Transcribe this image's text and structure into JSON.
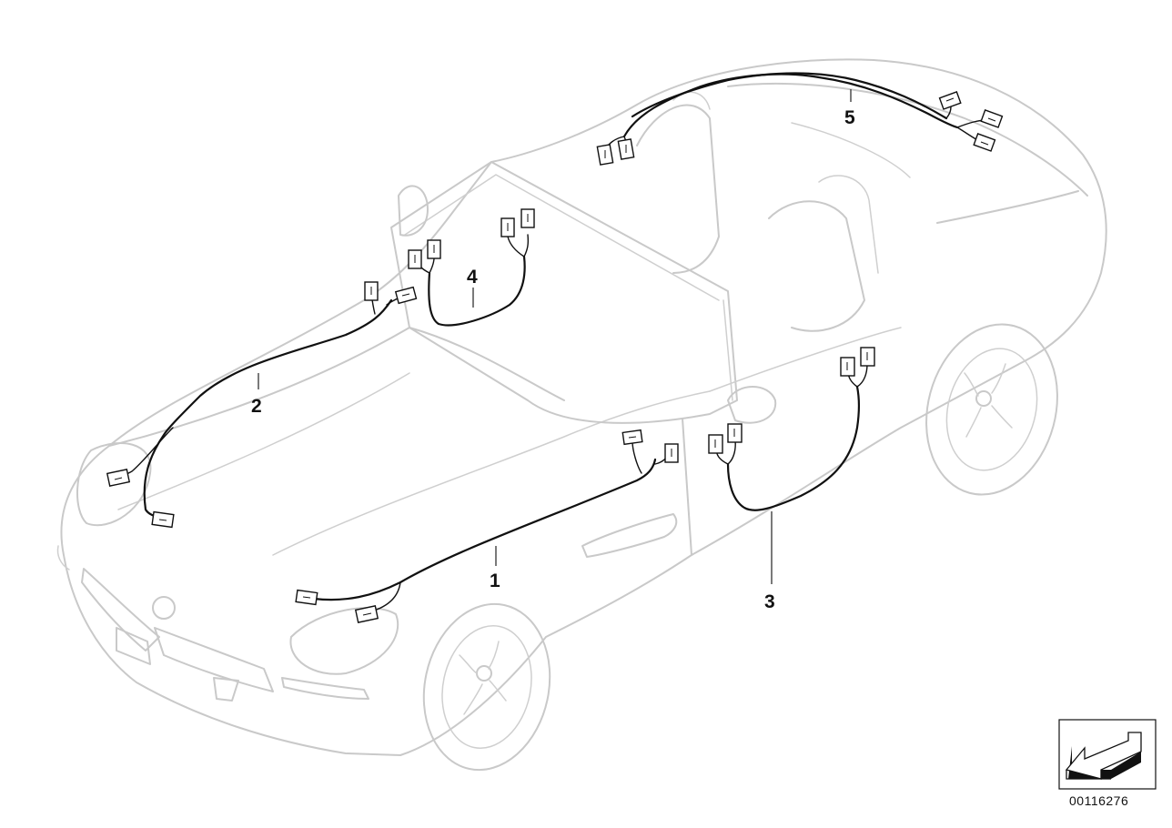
{
  "diagram": {
    "callouts": [
      {
        "id": "1",
        "label": "1"
      },
      {
        "id": "2",
        "label": "2"
      },
      {
        "id": "3",
        "label": "3"
      },
      {
        "id": "4",
        "label": "4"
      },
      {
        "id": "5",
        "label": "5"
      }
    ],
    "part_number": "00116276",
    "icons": {
      "car": "convertible-car-outline-icon",
      "nav": "direction-arrow-icon"
    },
    "colors": {
      "outline": "#c9c9c9",
      "wire": "#111111",
      "background": "#ffffff"
    }
  }
}
